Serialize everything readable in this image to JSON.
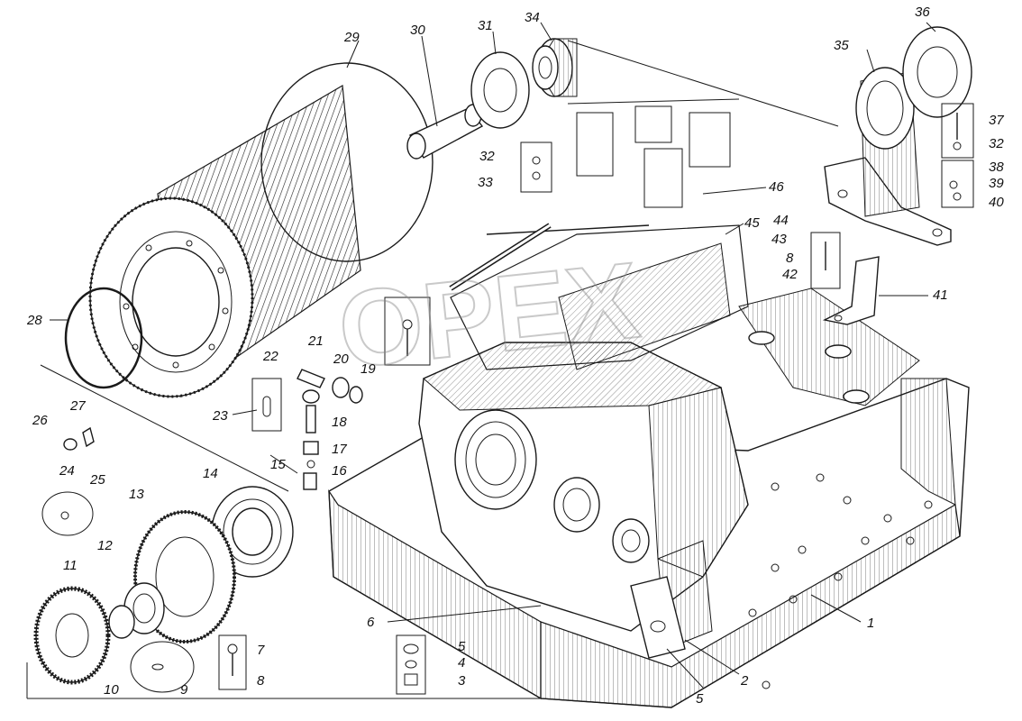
{
  "diagram": {
    "watermark": "OPEX",
    "labels": {
      "n1": "1",
      "n2": "2",
      "n3": "3",
      "n4": "4",
      "n5a": "5",
      "n5b": "5",
      "n6": "6",
      "n7": "7",
      "n8a": "8",
      "n8b": "8",
      "n9": "9",
      "n10": "10",
      "n11": "11",
      "n12": "12",
      "n13": "13",
      "n14": "14",
      "n15": "15",
      "n16": "16",
      "n17": "17",
      "n18": "18",
      "n19": "19",
      "n20": "20",
      "n21": "21",
      "n22": "22",
      "n23": "23",
      "n24": "24",
      "n25": "25",
      "n26": "26",
      "n27": "27",
      "n28": "28",
      "n29": "29",
      "n30": "30",
      "n31": "31",
      "n32a": "32",
      "n32b": "32",
      "n33": "33",
      "n34": "34",
      "n35": "35",
      "n36": "36",
      "n37": "37",
      "n38": "38",
      "n39": "39",
      "n40": "40",
      "n41": "41",
      "n42": "42",
      "n43": "43",
      "n44": "44",
      "n45": "45",
      "n46": "46"
    }
  }
}
